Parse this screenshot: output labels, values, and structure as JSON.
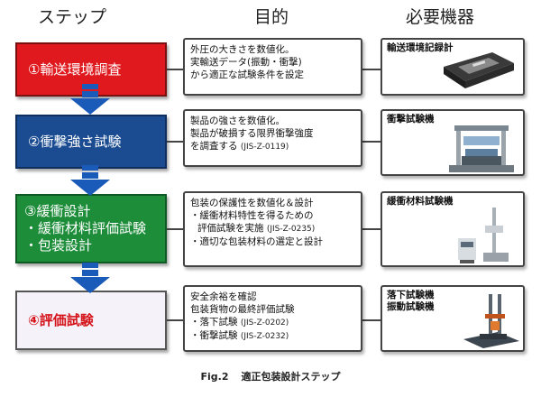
{
  "headers": {
    "step": "ステップ",
    "purpose": "目的",
    "equipment": "必要機器"
  },
  "steps": [
    {
      "lines": [
        "①輸送環境調査"
      ],
      "color": "#e0191e"
    },
    {
      "lines": [
        "②衝撃強さ試験"
      ],
      "color": "#1b4b91"
    },
    {
      "lines": [
        "③緩衝設計",
        "・緩衝材料評価試験",
        "・包装設計"
      ],
      "color": "#1d8d3a"
    },
    {
      "lines": [
        "④評価試験"
      ],
      "color": "#d5141a"
    }
  ],
  "purposes": [
    {
      "lines": [
        "外圧の大きさを数値化。",
        "実輸送データ(振動・衝撃)",
        "から適正な試験条件を設定"
      ]
    },
    {
      "lines": [
        "製品の強さを数値化。",
        "製品が破損する限界衝撃強度",
        "を調査する"
      ],
      "code": "(JIS-Z-0119)"
    },
    {
      "lines": [
        "包装の保護性を数値化＆設計",
        "・緩衝材料特性を得るための",
        "評価試験を実施",
        "・適切な包装材料の選定と設計"
      ],
      "code": "(JIS-Z-0235)"
    },
    {
      "lines": [
        "安全余裕を確認",
        "包装貨物の最終評価試験",
        "・落下試験",
        "・衝撃試験"
      ],
      "codes": [
        "(JIS-Z-0202)",
        "(JIS-Z-0232)"
      ]
    }
  ],
  "equipment": [
    {
      "lines": [
        "輸送環境記録計"
      ],
      "icon": "recorder-device-icon"
    },
    {
      "lines": [
        "衝撃試験機"
      ],
      "icon": "shock-tester-icon"
    },
    {
      "lines": [
        "緩衝材料試験機"
      ],
      "icon": "cushion-tester-icon"
    },
    {
      "lines": [
        "落下試験機",
        "振動試験機"
      ],
      "icon": "drop-tester-icon"
    }
  ],
  "caption": {
    "fig": "Fig.2",
    "title": "適正包装設計ステップ"
  },
  "colors": {
    "arrow": "#1a5ab8",
    "border": "#444444"
  }
}
